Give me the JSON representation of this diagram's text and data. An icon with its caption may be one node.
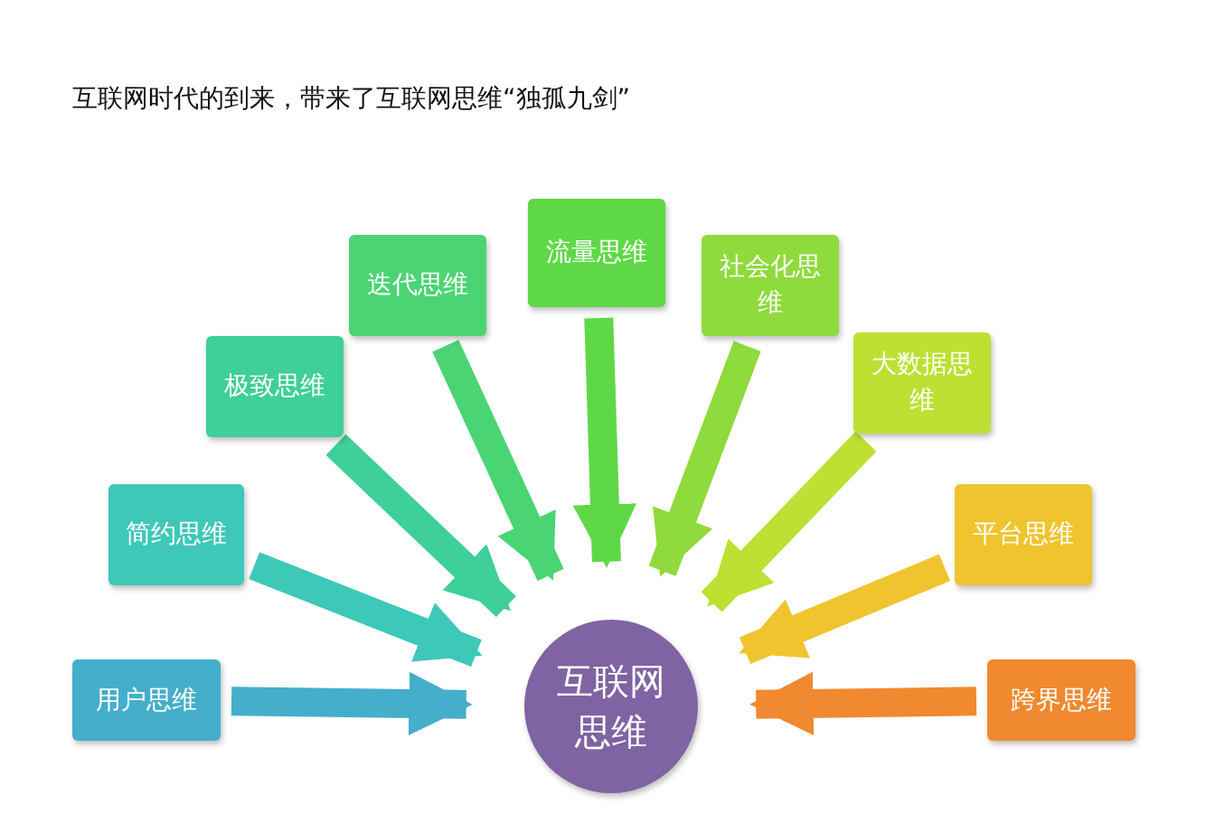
{
  "diagram": {
    "title": "互联网时代的到来，带来了互联网思维“独孤九剑”",
    "nodes": [
      {
        "text": [
          "用户思维"
        ]
      },
      {
        "text": [
          "简约思维"
        ]
      },
      {
        "text": [
          "极致思维"
        ]
      },
      {
        "text": [
          "迭代思维"
        ]
      },
      {
        "text": [
          "流量思维"
        ]
      },
      {
        "text": [
          "社会化思维"
        ]
      },
      {
        "text": [
          "大数据思维"
        ]
      },
      {
        "text": [
          "平台思维"
        ]
      },
      {
        "text": [
          "跨界思维"
        ]
      },
      {
        "text": [
          "互联网思维"
        ]
      }
    ],
    "edges": [
      {
        "from": 0,
        "to": 9,
        "arrow": "to",
        "color": "#44aecb"
      },
      {
        "from": 1,
        "to": 9,
        "arrow": "to",
        "color": "#3ec8b8"
      },
      {
        "from": 2,
        "to": 9,
        "arrow": "to",
        "color": "#3fcf98"
      },
      {
        "from": 3,
        "to": 9,
        "arrow": "to",
        "color": "#4bd474"
      },
      {
        "from": 4,
        "to": 9,
        "arrow": "to",
        "color": "#5fd848"
      },
      {
        "from": 5,
        "to": 9,
        "arrow": "to",
        "color": "#8fda3c"
      },
      {
        "from": 6,
        "to": 9,
        "arrow": "to",
        "color": "#bde033"
      },
      {
        "from": 7,
        "to": 9,
        "arrow": "to",
        "color": "#f0c42e"
      },
      {
        "from": 8,
        "to": 9,
        "arrow": "to",
        "color": "#f0892f"
      }
    ]
  }
}
